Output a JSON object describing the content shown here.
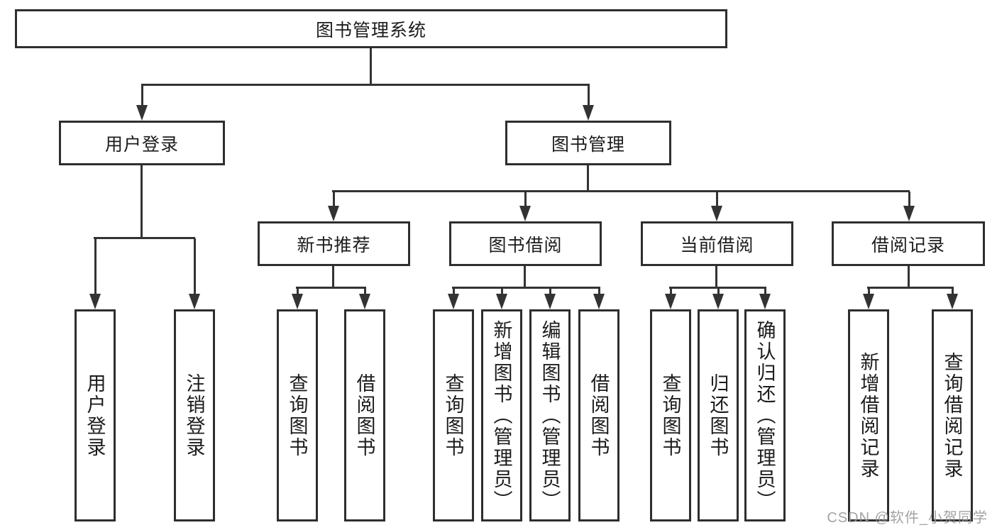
{
  "diagram": {
    "type": "tree",
    "direction": "top-down",
    "root": {
      "id": "root",
      "label": "图书管理系统",
      "children": [
        {
          "id": "user-login",
          "label": "用户登录",
          "children": [
            {
              "id": "leaf-user-login",
              "label": "用户登录",
              "orientation": "vertical"
            },
            {
              "id": "leaf-logout",
              "label": "注销登录",
              "orientation": "vertical"
            }
          ]
        },
        {
          "id": "book-management",
          "label": "图书管理",
          "children": [
            {
              "id": "new-book-recommend",
              "label": "新书推荐",
              "children": [
                {
                  "id": "leaf-query-book-1",
                  "label": "查询图书",
                  "orientation": "vertical"
                },
                {
                  "id": "leaf-borrow-book-1",
                  "label": "借阅图书",
                  "orientation": "vertical"
                }
              ]
            },
            {
              "id": "book-borrowing",
              "label": "图书借阅",
              "children": [
                {
                  "id": "leaf-query-book-2",
                  "label": "查询图书",
                  "orientation": "vertical"
                },
                {
                  "id": "leaf-add-book-admin",
                  "label": "新增图书（管理员）",
                  "orientation": "vertical"
                },
                {
                  "id": "leaf-edit-book-admin",
                  "label": "编辑图书（管理员）",
                  "orientation": "vertical"
                },
                {
                  "id": "leaf-borrow-book-2",
                  "label": "借阅图书",
                  "orientation": "vertical"
                }
              ]
            },
            {
              "id": "current-borrowing",
              "label": "当前借阅",
              "children": [
                {
                  "id": "leaf-query-book-3",
                  "label": "查询图书",
                  "orientation": "vertical"
                },
                {
                  "id": "leaf-return-book",
                  "label": "归还图书",
                  "orientation": "vertical"
                },
                {
                  "id": "leaf-confirm-return-admin",
                  "label": "确认归还（管理员）",
                  "orientation": "vertical"
                }
              ]
            },
            {
              "id": "borrowing-records",
              "label": "借阅记录",
              "children": [
                {
                  "id": "leaf-add-borrow-record",
                  "label": "新增借阅记录",
                  "orientation": "vertical"
                },
                {
                  "id": "leaf-query-borrow-record",
                  "label": "查询借阅记录",
                  "orientation": "vertical"
                }
              ]
            }
          ]
        }
      ]
    }
  },
  "watermark": {
    "text": "CSDN @软件_小贺同学"
  },
  "colors": {
    "line": "#333333",
    "border": "#2e2e2e",
    "text": "#1c1c1c",
    "bg": "#ffffff",
    "watermark": "#9a9a9a"
  }
}
